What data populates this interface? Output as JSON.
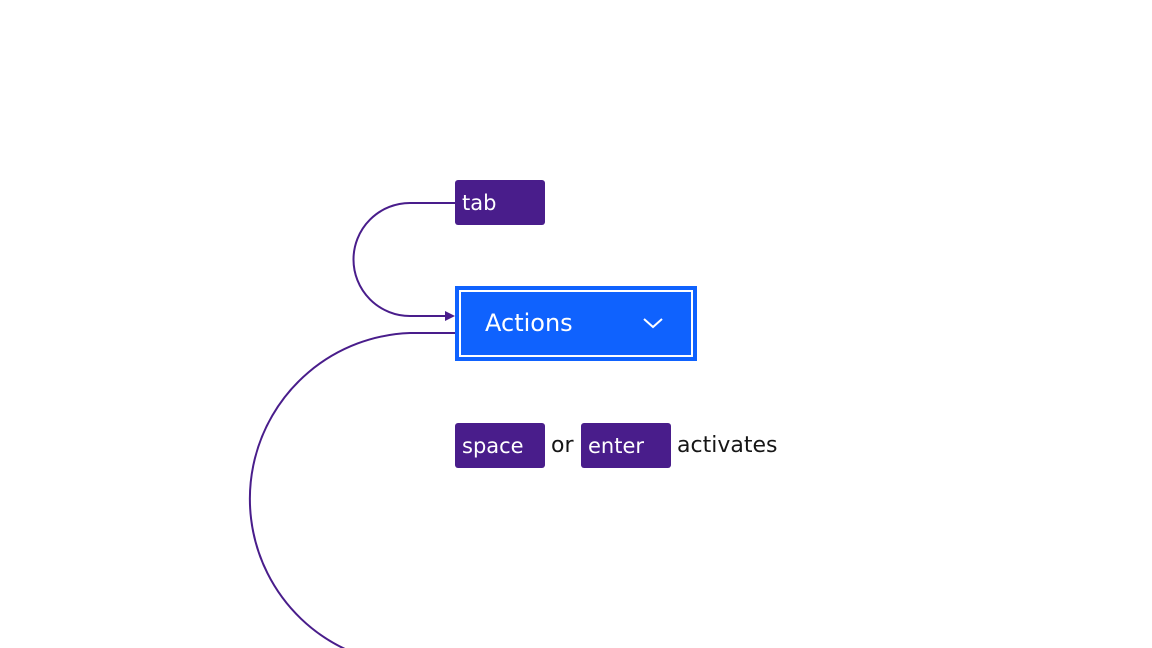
{
  "keys": {
    "tab": "tab",
    "space": "space",
    "enter": "enter"
  },
  "connector_or": "or",
  "activates": "activates",
  "button": {
    "label": "Actions",
    "icon": "chevron-down-icon"
  },
  "colors": {
    "key": "#491d8b",
    "button": "#0f62fe",
    "line": "#491d8b"
  }
}
